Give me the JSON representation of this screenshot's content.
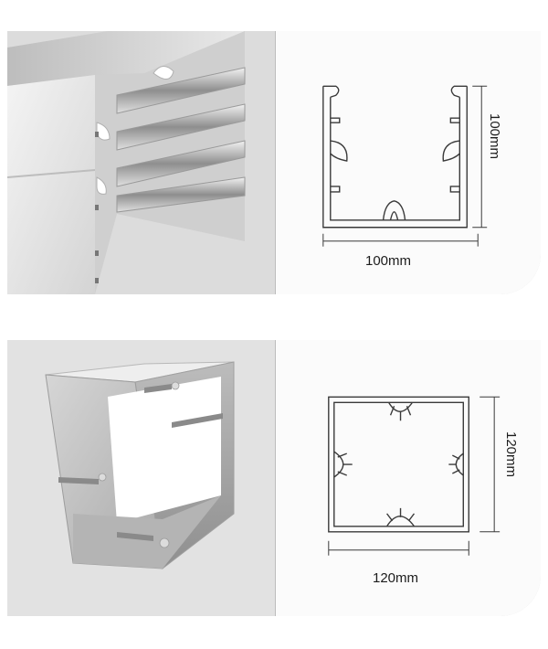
{
  "panel_1": {
    "width_label": "100mm",
    "height_label": "100mm"
  },
  "panel_2": {
    "width_label": "120mm",
    "height_label": "120mm"
  }
}
